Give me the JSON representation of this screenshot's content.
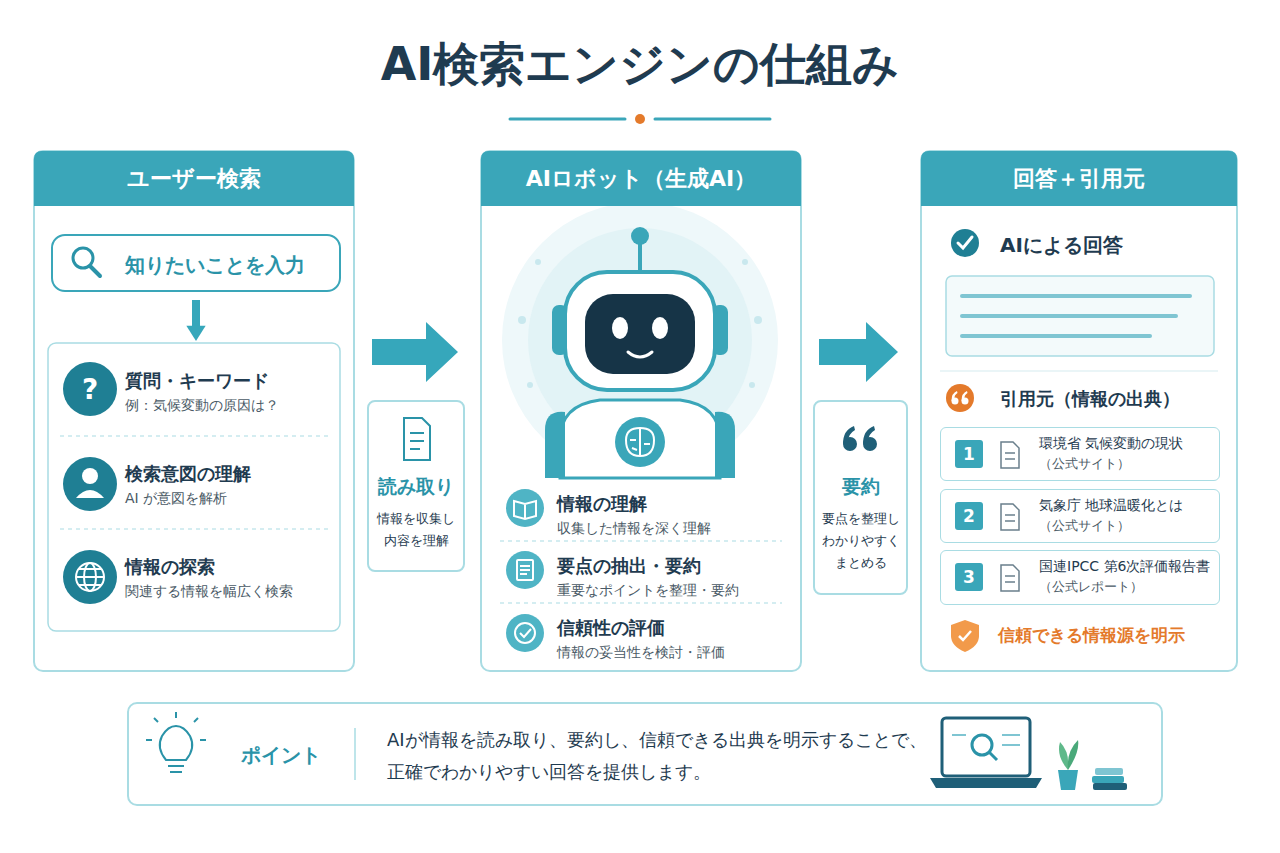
{
  "diagram": {
    "title": "AI検索エンジンの仕組み",
    "nodes": [
      {
        "text": [
          "ユーザー検索"
        ]
      },
      {
        "text": [
          "知りたいことを入力"
        ],
        "in": 0
      },
      {
        "text": [
          "質問・キーワード",
          "例：気候変動の原因は？"
        ],
        "in": 0
      },
      {
        "text": [
          "検索意図の理解",
          "AI が意図を解析"
        ],
        "in": 0
      },
      {
        "text": [
          "情報の探索",
          "関連する情報を幅広く検索"
        ],
        "in": 0
      },
      {
        "text": [
          "読み取り",
          "情報を収集し 内容を理解"
        ]
      },
      {
        "text": [
          "AIロボット（生成AI）"
        ]
      },
      {
        "text": [
          "情報の理解",
          "収集した情報を深く理解"
        ],
        "in": 6
      },
      {
        "text": [
          "要点の抽出・要約",
          "重要なポイントを整理・要約"
        ],
        "in": 6
      },
      {
        "text": [
          "信頼性の評価",
          "情報の妥当性を検討・評価"
        ],
        "in": 6
      },
      {
        "text": [
          "要約",
          "要点を整理し わかりやすく まとめる"
        ]
      },
      {
        "text": [
          "回答＋引用元"
        ]
      },
      {
        "text": [
          "AIによる回答"
        ],
        "in": 11
      },
      {
        "text": [
          "1",
          "環境省 気候変動の現状",
          "（公式サイト）"
        ],
        "in": 11
      },
      {
        "text": [
          "2",
          "気象庁 地球温暖化とは",
          "（公式サイト）"
        ],
        "in": 11
      },
      {
        "text": [
          "3",
          "国連IPCC 第6次評価報告書",
          "（公式レポート）"
        ],
        "in": 11
      },
      {
        "text": [
          "ポイント",
          "AIが情報を読み取り、要約し、信頼できる出典を明示することで、 正確でわかりやすい回答を提供します。"
        ]
      }
    ],
    "edges": [
      {
        "from": 1,
        "to": 2,
        "arrow": "to"
      },
      {
        "from": 0,
        "to": 6,
        "arrow": "to"
      },
      {
        "from": 6,
        "to": 11,
        "arrow": "to"
      }
    ],
    "labels": [
      "引用元（情報の出典）",
      "信頼できる情報源を明示"
    ]
  }
}
